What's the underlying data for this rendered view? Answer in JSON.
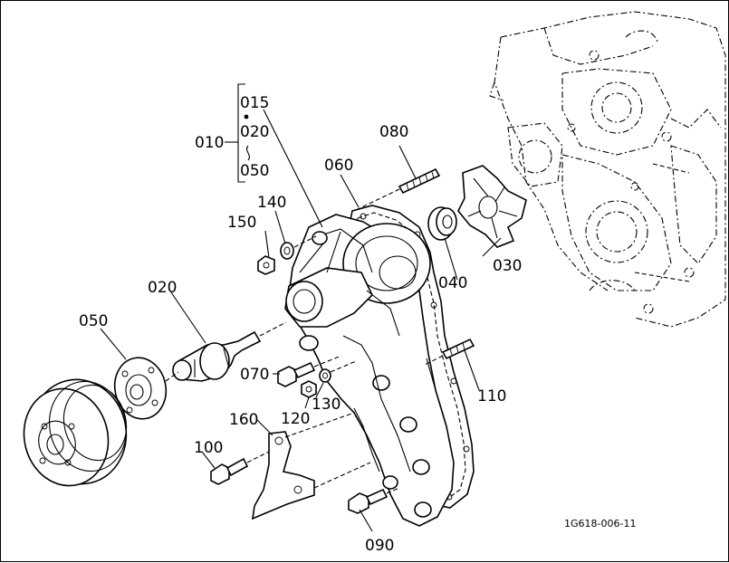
{
  "parts": {
    "p010": "010",
    "p015": "015",
    "p020_group": "020",
    "p050_group": "050",
    "p080": "080",
    "p060": "060",
    "p150": "150",
    "p140": "140",
    "p030": "030",
    "p040": "040",
    "p020": "020",
    "p050": "050",
    "p070": "070",
    "p130": "130",
    "p120": "120",
    "p110": "110",
    "p160": "160",
    "p100": "100",
    "p090": "090"
  },
  "drawing_code": "1G618-006-11"
}
